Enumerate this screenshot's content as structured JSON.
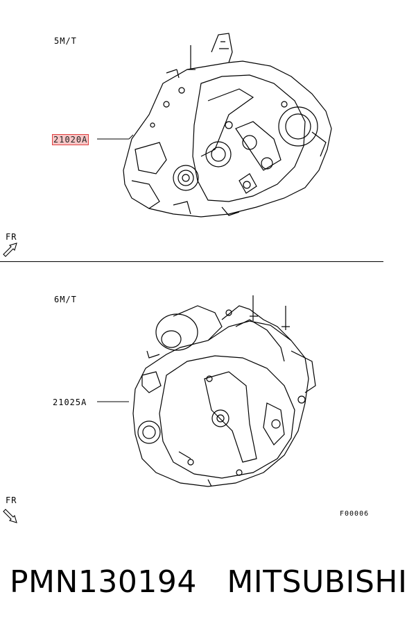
{
  "panels": [
    {
      "variant_label": "5M/T",
      "part_code": "21020A",
      "highlighted": true,
      "direction_label": "FR"
    },
    {
      "variant_label": "6M/T",
      "part_code": "21025A",
      "highlighted": false,
      "direction_label": "FR"
    }
  ],
  "figure_code": "F00006",
  "footer": {
    "part_number": "PMN130194",
    "brand": "MITSUBISHI"
  },
  "colors": {
    "highlight_fill": "#f7c6c6",
    "highlight_border": "#e04040",
    "line": "#000000"
  }
}
